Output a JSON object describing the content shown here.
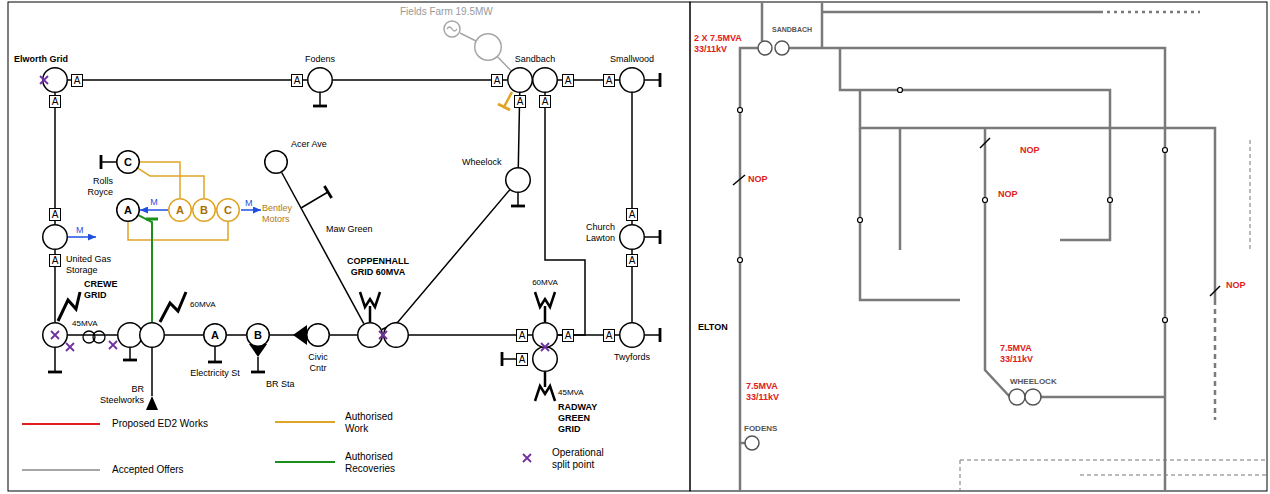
{
  "diagram": {
    "nodes": [
      {
        "text": [
          "Elworth Grid"
        ]
      },
      {
        "text": [
          "Fodens"
        ]
      },
      {
        "text": [
          "Sandbach"
        ]
      },
      {
        "text": [
          "Smallwood"
        ]
      },
      {
        "text": [
          "Fields Farm 19.5MW"
        ]
      },
      {
        "text": [
          "C"
        ]
      },
      {
        "text": [
          "Rolls Royce",
          "A"
        ]
      },
      {
        "text": [
          "Acer Ave"
        ]
      },
      {
        "text": [
          "A"
        ]
      },
      {
        "text": [
          "B"
        ]
      },
      {
        "text": [
          "C"
        ]
      },
      {
        "text": [
          "Wheelock"
        ]
      },
      {
        "text": [
          "United Gas Storage"
        ]
      },
      {
        "text": [
          "Church Lawton"
        ]
      },
      {
        "text": [
          "CREWE GRID"
        ]
      },
      {
        "text": [
          "BR Steelworks"
        ]
      },
      {
        "text": [
          "A",
          "Electricity St"
        ]
      },
      {
        "text": [
          "B",
          "BR Sta"
        ]
      },
      {
        "text": [
          "Civic Cntr"
        ]
      },
      {
        "text": [
          "COPPENHALL GRID 60MVA"
        ]
      },
      {
        "text": [
          "RADWAY GREEN GRID"
        ]
      },
      {
        "text": [
          "Twyfords"
        ]
      }
    ],
    "edges": [
      {
        "from": 0,
        "to": 1,
        "arrow": "none"
      },
      {
        "from": 1,
        "to": 2,
        "arrow": "none"
      },
      {
        "from": 2,
        "to": 3,
        "arrow": "none"
      },
      {
        "from": 3,
        "to": 13,
        "arrow": "none"
      },
      {
        "from": 13,
        "to": 21,
        "arrow": "none"
      },
      {
        "from": 21,
        "to": 20,
        "arrow": "none"
      },
      {
        "from": 0,
        "to": 12,
        "arrow": "none"
      },
      {
        "from": 12,
        "to": 14,
        "arrow": "none"
      },
      {
        "from": 14,
        "to": 15,
        "arrow": "none"
      },
      {
        "from": 15,
        "to": 16,
        "arrow": "none"
      },
      {
        "from": 16,
        "to": 17,
        "arrow": "none"
      },
      {
        "from": 17,
        "to": 18,
        "arrow": "none"
      },
      {
        "from": 18,
        "to": 19,
        "arrow": "none"
      },
      {
        "from": 19,
        "to": 20,
        "arrow": "none"
      },
      {
        "from": 7,
        "to": 19,
        "arrow": "none"
      },
      {
        "from": 11,
        "to": 19,
        "arrow": "none"
      },
      {
        "from": 2,
        "to": 20,
        "arrow": "none"
      },
      {
        "from": 2,
        "to": 11,
        "arrow": "none"
      },
      {
        "from": 4,
        "to": 2,
        "arrow": "none"
      },
      {
        "from": 5,
        "to": 8,
        "arrow": "none"
      },
      {
        "from": 5,
        "to": 9,
        "arrow": "none"
      },
      {
        "from": 6,
        "to": 10,
        "arrow": "none"
      },
      {
        "from": 6,
        "to": 15,
        "arrow": "none"
      },
      {
        "from": 8,
        "to": 6,
        "arrow": "to",
        "label": "M"
      }
    ],
    "labels": [
      "A",
      "A",
      "A",
      "A",
      "A",
      "A",
      "A",
      "A",
      "A",
      "A",
      "A",
      "A",
      "A",
      "A",
      "A",
      "A",
      "M",
      "M",
      "Bentley Motors",
      "Maw Green",
      "45MVA",
      "60MVA",
      "60MVA",
      "45MVA",
      "SANDBACH",
      "2 X 7.5MVA 33/11kV",
      "NOP",
      "NOP",
      "NOP",
      "NOP",
      "ELTON",
      "7.5MVA 33/11kV",
      "WHEELOCK",
      "7.5MVA 33/11kV",
      "FODENS"
    ],
    "legend": [
      {
        "text": "Proposed ED2 Works"
      },
      {
        "text": "Authorised Work"
      },
      {
        "text": "Operational split point"
      },
      {
        "text": "Accepted Offers"
      },
      {
        "text": "Authorised Recoveries"
      }
    ]
  }
}
